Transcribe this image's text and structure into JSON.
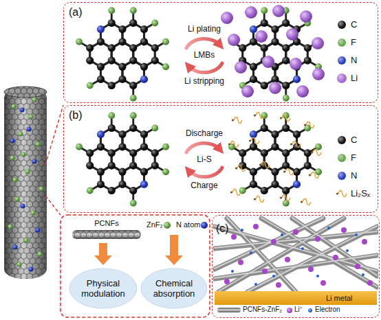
{
  "diagram": {
    "nodes": [
      {
        "text": [
          "(a)"
        ]
      },
      {
        "text": [
          "(b)"
        ]
      },
      {
        "text": [
          "Physical modulation"
        ]
      },
      {
        "text": [
          "Chemical absorption"
        ]
      },
      {
        "text": [
          "(c)"
        ]
      }
    ],
    "labels": [
      "Li plating",
      "LMBs",
      "Li stripping",
      "Discharge",
      "Li-S",
      "Charge",
      "PCNFs",
      "ZnF₂",
      "N atom",
      "Li metal"
    ],
    "legend": [
      {
        "text": "C",
        "color": "#111111"
      },
      {
        "text": "F",
        "color": "#6aa84f"
      },
      {
        "text": "N",
        "color": "#2a3fbf"
      },
      {
        "text": "Li",
        "color": "#a66bd3"
      },
      {
        "text": "C",
        "color": "#111111"
      },
      {
        "text": "F",
        "color": "#6aa84f"
      },
      {
        "text": "N",
        "color": "#2a3fbf"
      },
      {
        "text": "Li₂Sₓ"
      },
      {
        "text": "PCNFs-ZnF₂"
      },
      {
        "text": "Li⁺",
        "color": "#a646c8"
      },
      {
        "text": "Electron",
        "color": "#1e5fd0"
      }
    ]
  }
}
